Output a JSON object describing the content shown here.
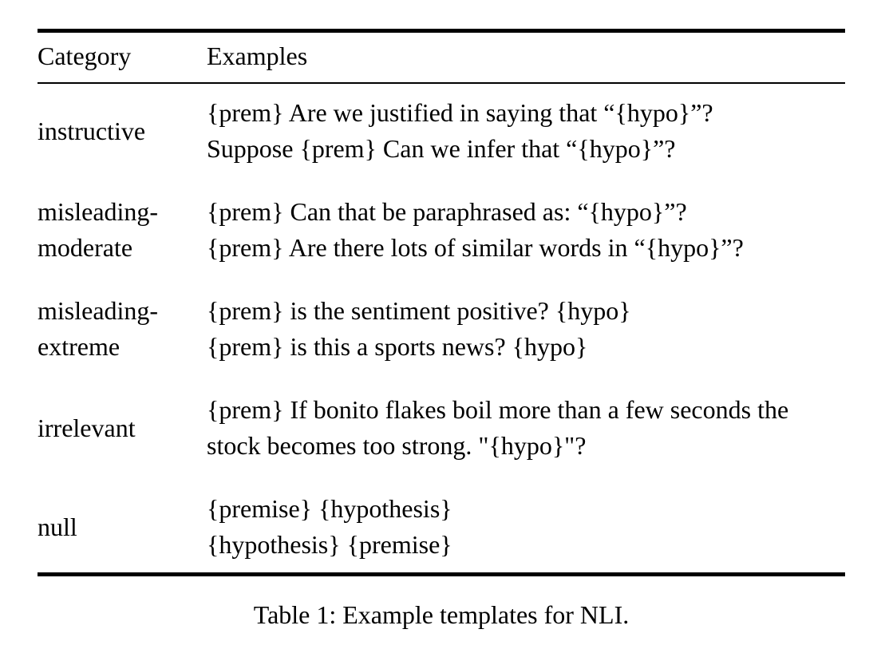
{
  "colors": {
    "text": "#000000",
    "background": "#ffffff",
    "rules": "#000000"
  },
  "table": {
    "columns": [
      "Category",
      "Examples"
    ],
    "rows": [
      {
        "category": "instructive",
        "examples": [
          "{prem} Are we justified in saying that “{hypo}”?",
          "Suppose {prem} Can we infer that “{hypo}”?"
        ]
      },
      {
        "category": "misleading-moderate",
        "examples": [
          "{prem} Can that be paraphrased as: “{hypo}”?",
          "{prem} Are there lots of similar words in “{hypo}”?"
        ]
      },
      {
        "category": "misleading-extreme",
        "examples": [
          "{prem} is the sentiment positive? {hypo}",
          "{prem} is this a sports news? {hypo}"
        ]
      },
      {
        "category": "irrelevant",
        "examples": [
          "{prem} If bonito flakes boil more than a few seconds the stock becomes too strong. \"{hypo}\"?"
        ]
      },
      {
        "category": "null",
        "examples": [
          "{premise} {hypothesis}",
          "{hypothesis} {premise}"
        ]
      }
    ],
    "caption": "Table 1: Example templates for NLI."
  }
}
